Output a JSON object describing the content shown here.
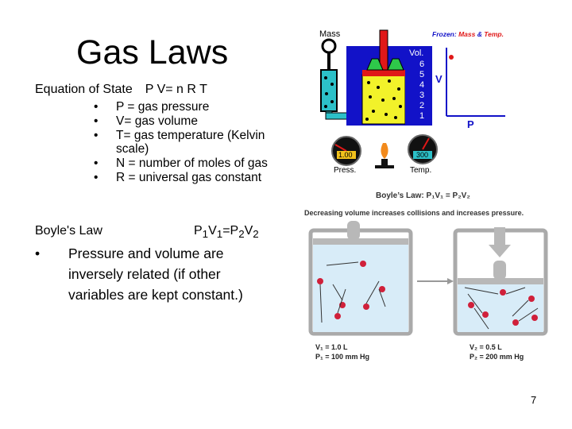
{
  "slide": {
    "title": "Gas Laws",
    "page_number": "7"
  },
  "equation_of_state": {
    "label": "Equation of State",
    "equation": "P V= n R T",
    "bullets": [
      "P = gas pressure",
      "V= gas volume",
      "T= gas temperature (Kelvin scale)",
      "N = number of moles of gas",
      "R = universal gas constant"
    ]
  },
  "boyle": {
    "label": "Boyle's Law",
    "eq_p1": "P",
    "eq_s1": "1",
    "eq_v1": "V",
    "eq_s2": "1",
    "eq_eq": "=",
    "eq_p2": "P",
    "eq_s3": "2",
    "eq_v2": "V",
    "eq_s4": "2",
    "bullet": "Pressure and volume are inversely related (if other variables are kept constant.)"
  },
  "apparatus": {
    "mass_label": "Mass",
    "vol_label": "Vol.",
    "vol_ticks": [
      "6",
      "5",
      "4",
      "3",
      "2",
      "1"
    ],
    "frozen_label": "Frozen:",
    "frozen_mass": "Mass",
    "frozen_amp": "&",
    "frozen_temp": "Temp.",
    "graph_y": "V",
    "graph_x": "P",
    "press_value": "1.00",
    "press_label": "Press.",
    "temp_value": "300",
    "temp_label": "Temp."
  },
  "boyle_figure": {
    "heading": "Boyle’s Law: P₁V₁ = P₂V₂",
    "caption": "Decreasing volume increases collisions and increases pressure.",
    "left_v": "V₁ = 1.0 L",
    "left_p": "P₁ = 100 mm Hg",
    "right_v": "V₂ = 0.5 L",
    "right_p": "P₂ = 200 mm Hg"
  },
  "colors": {
    "blue": "#1212c8",
    "gas_yellow": "#f2f22a",
    "red": "#e01818",
    "water": "#d8ecf8",
    "particle": "#d0203a"
  }
}
